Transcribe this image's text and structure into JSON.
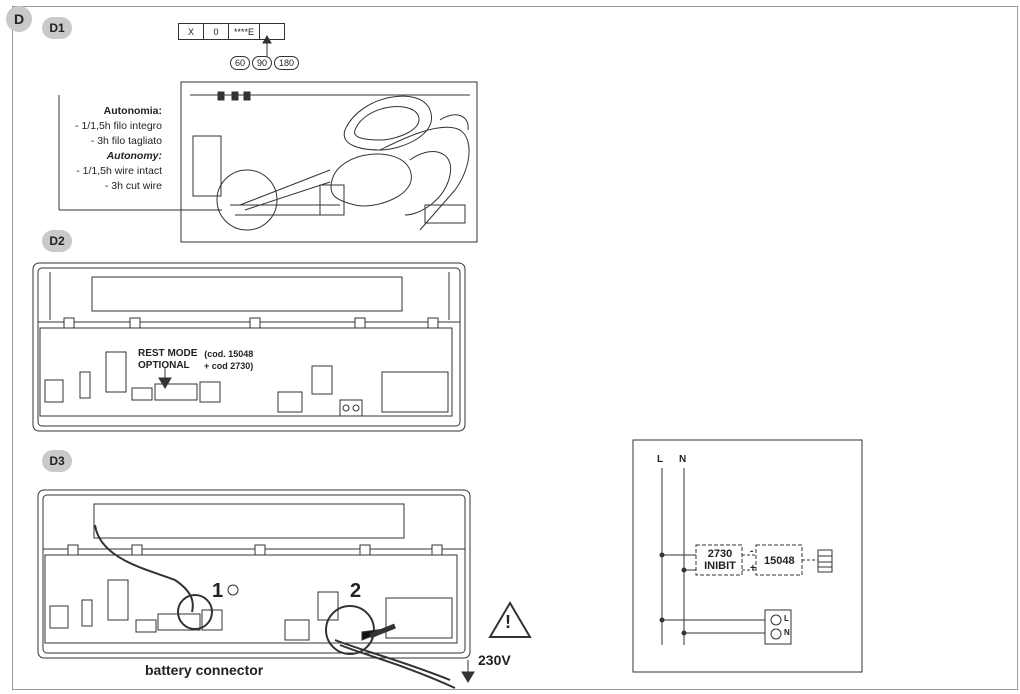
{
  "section_label": "D",
  "panels": {
    "d1": "D1",
    "d2": "D2",
    "d3": "D3"
  },
  "code_box": [
    "X",
    "0",
    "****E",
    ""
  ],
  "options": [
    "60",
    "90",
    "180"
  ],
  "autonomy_it": {
    "title": "Autonomia:",
    "line1": "- 1/1,5h filo integro",
    "line2": "- 3h filo tagliato"
  },
  "autonomy_en": {
    "title": "Autonomy:",
    "line1": "- 1/1,5h wire intact",
    "line2": "- 3h cut wire"
  },
  "d2_labels": {
    "rest_mode": "REST MODE",
    "optional": "OPTIONAL",
    "code1": "(cod. 15048",
    "code2": "+ cod 2730)"
  },
  "d3_labels": {
    "step1": "1",
    "step2": "2",
    "battery": "battery connector",
    "voltage": "230V",
    "warning": "!"
  },
  "wiring": {
    "L": "L",
    "N": "N",
    "box1_line1": "2730",
    "box1_line2": "INIBIT",
    "box2": "15048",
    "minus": "-",
    "plus": "+",
    "term_L": "L",
    "term_N": "N"
  }
}
